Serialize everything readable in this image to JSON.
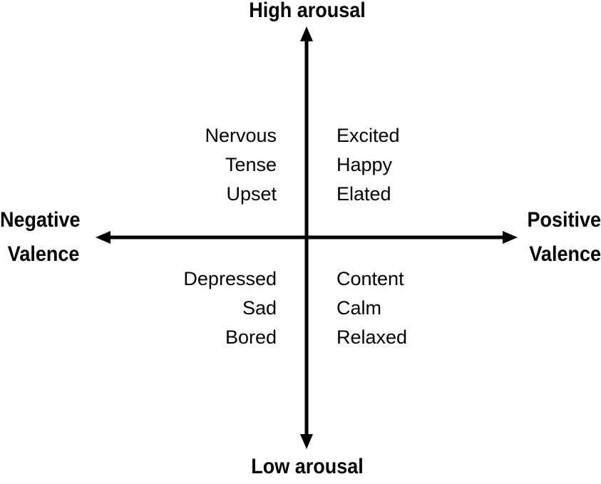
{
  "poles": {
    "top": "High arousal",
    "bottom": "Low arousal",
    "left": [
      "Negative",
      "Valence"
    ],
    "right": [
      "Positive",
      "Valence"
    ]
  },
  "quadrants": {
    "top_left": [
      "Nervous",
      "Tense",
      "Upset"
    ],
    "top_right": [
      "Excited",
      "Happy",
      "Elated"
    ],
    "bottom_left": [
      "Depressed",
      "Sad",
      "Bored"
    ],
    "bottom_right": [
      "Content",
      "Calm",
      "Relaxed"
    ]
  },
  "colors": {
    "axis": "#000000",
    "text": "#000000",
    "background": "#ffffff"
  }
}
